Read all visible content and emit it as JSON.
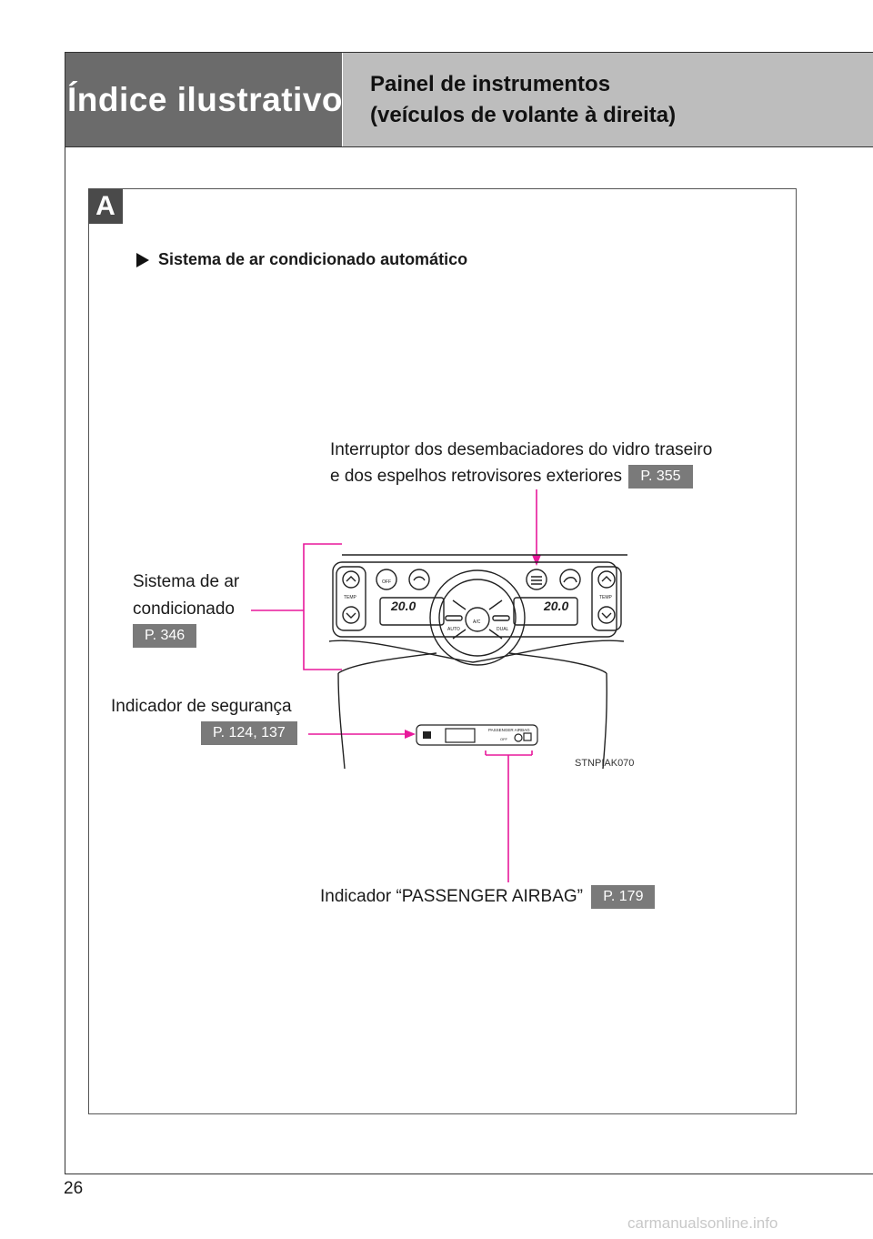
{
  "header": {
    "section_title": "Índice ilustrativo",
    "subtitle_line1": "Painel de instrumentos",
    "subtitle_line2": "(veículos de volante à direita)"
  },
  "section": {
    "badge": "A",
    "heading": "Sistema de ar condicionado automático"
  },
  "callouts": {
    "rear_defogger": {
      "line1": "Interruptor dos desembaciadores do vidro traseiro",
      "line2": "e dos espelhos retrovisores exteriores",
      "page": "P. 355"
    },
    "air_conditioning": {
      "line1": "Sistema de ar",
      "line2": "condicionado",
      "page": "P. 346"
    },
    "security_indicator": {
      "label": "Indicador de segurança",
      "page": "P. 124, 137"
    },
    "passenger_airbag": {
      "label": "Indicador “PASSENGER AIRBAG”",
      "page": "P. 179"
    }
  },
  "panel": {
    "temp_label": "TEMP",
    "off_label": "OFF",
    "left_temp": "20.0",
    "right_temp": "20.0",
    "auto_label": "AUTO",
    "ac_label": "A/C",
    "dual_label": "DUAL",
    "airbag_label": "PASSENGER  AIRBAG",
    "airbag_off": "OFF"
  },
  "figure_code": "STNPIAK070",
  "page_number": "26",
  "watermark": "carmanualsonline.info",
  "colors": {
    "callout_line": "#e8199b",
    "header_dark": "#6b6b6b",
    "header_light": "#bdbdbd"
  }
}
